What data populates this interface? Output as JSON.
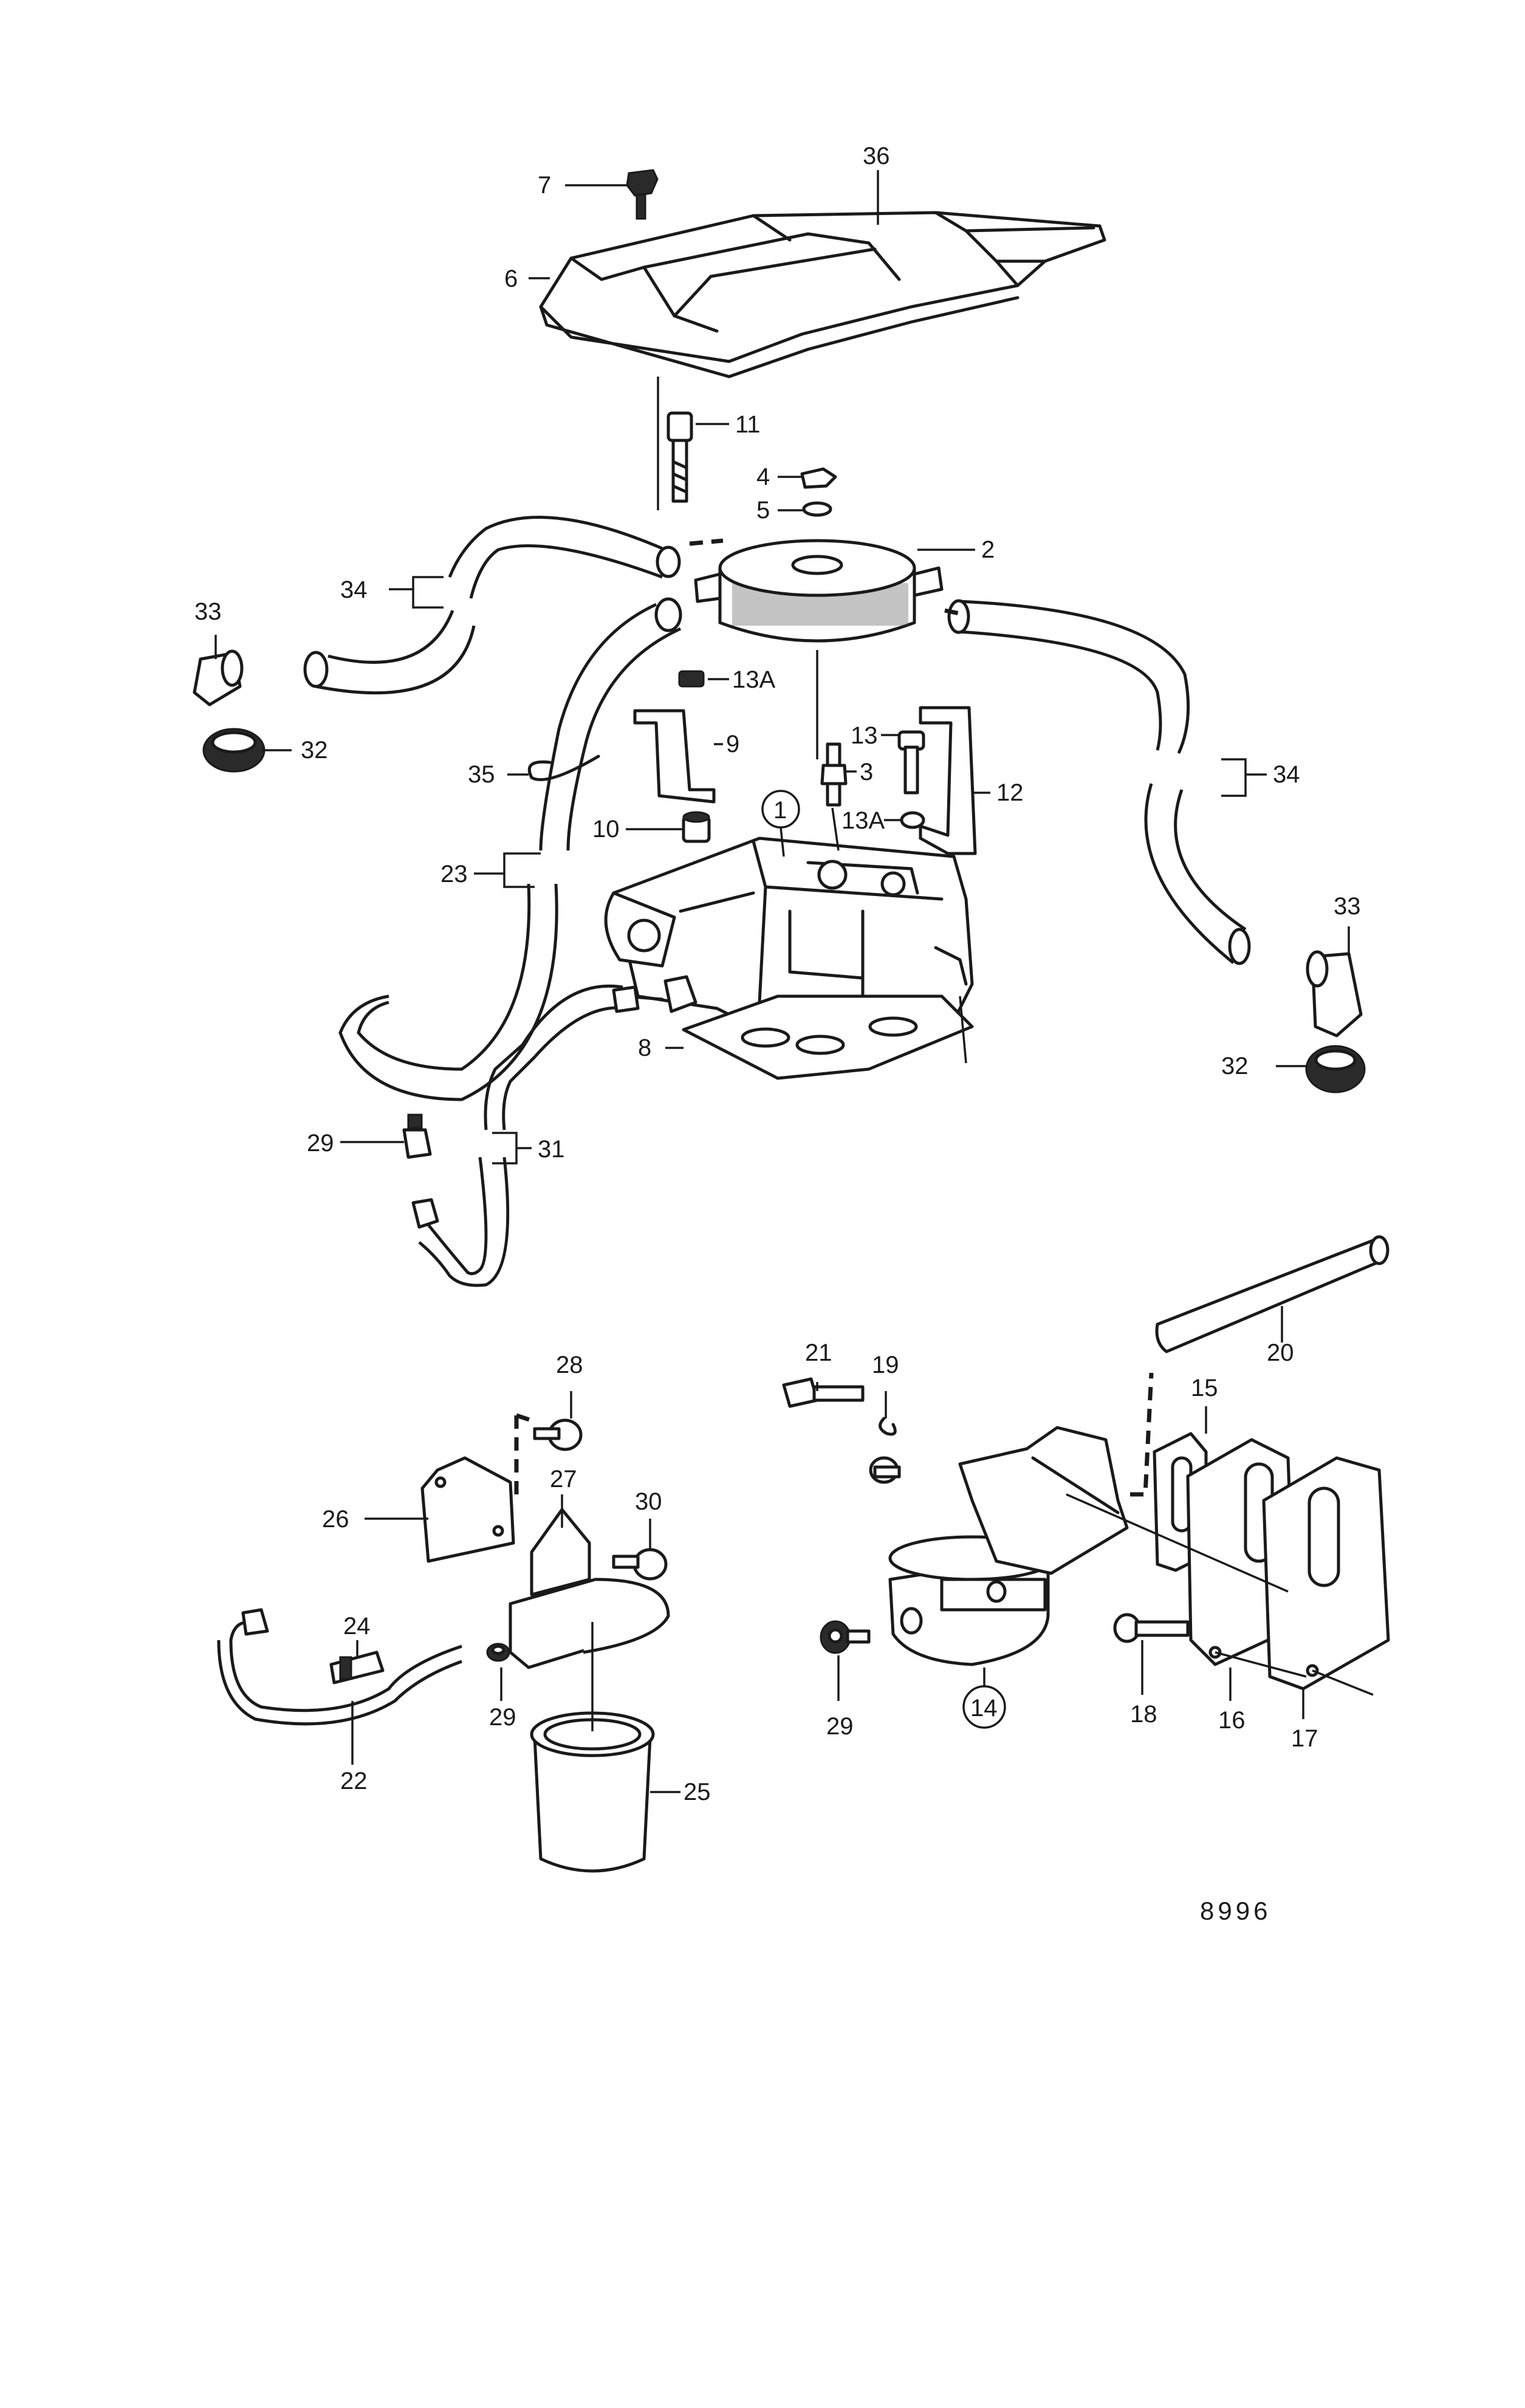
{
  "diagram": {
    "reference_number": "8996",
    "callouts": {
      "c1": "1",
      "c2": "2",
      "c3": "3",
      "c4": "4",
      "c5": "5",
      "c6": "6",
      "c7": "7",
      "c8": "8",
      "c9": "9",
      "c10": "10",
      "c11": "11",
      "c12": "12",
      "c13": "13",
      "c13a_top": "13A",
      "c13a_right": "13A",
      "c14": "14",
      "c15": "15",
      "c16": "16",
      "c17": "17",
      "c18": "18",
      "c19": "19",
      "c20": "20",
      "c21": "21",
      "c22": "22",
      "c23": "23",
      "c24": "24",
      "c25": "25",
      "c26": "26",
      "c27": "27",
      "c28": "28",
      "c29_upper": "29",
      "c29_mid": "29",
      "c29_pump": "29",
      "c30": "30",
      "c31": "31",
      "c32_left": "32",
      "c32_right": "32",
      "c33_left": "33",
      "c33_right": "33",
      "c34_left": "34",
      "c34_right": "34",
      "c35": "35",
      "c36": "36"
    }
  }
}
